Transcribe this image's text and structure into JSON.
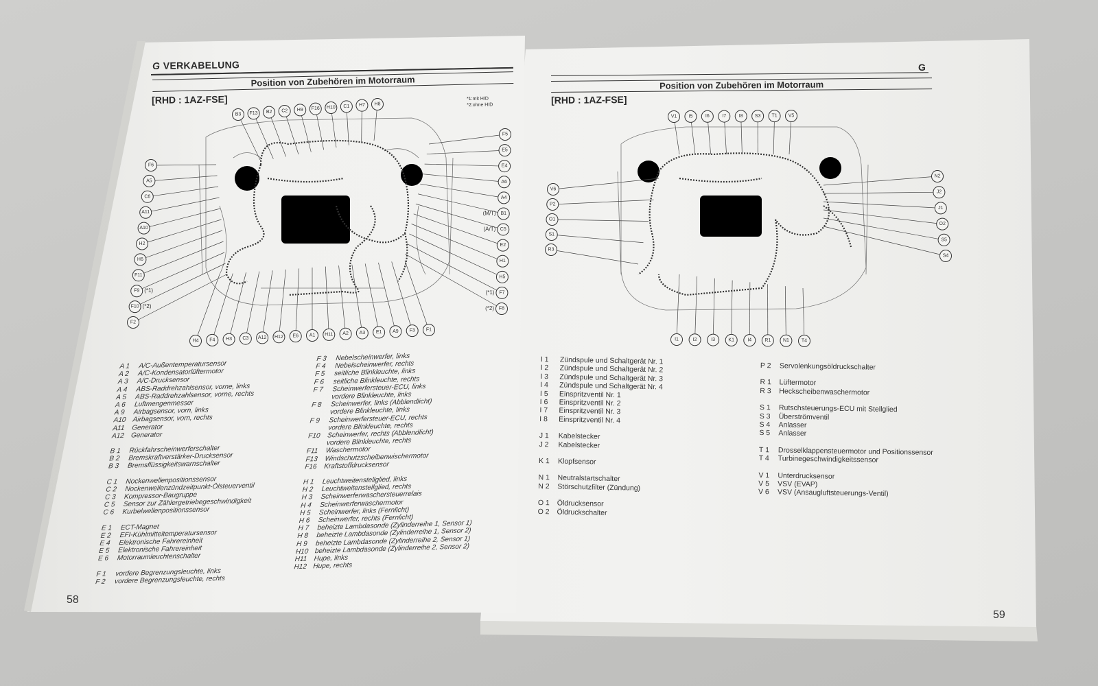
{
  "left_page": {
    "section_letter": "G",
    "section_title": "VERKABELUNG",
    "subtitle": "Position von Zubehören im Motorraum",
    "variant": "[RHD : 1AZ-FSE]",
    "notes": [
      "*1:mit HID",
      "*2:ohne HID"
    ],
    "page_number": "58",
    "callouts": {
      "top": [
        "B3",
        "F13",
        "B2",
        "C2",
        "H9",
        "F16",
        "H10",
        "C1",
        "H7",
        "H8"
      ],
      "left": [
        "F6",
        "A5",
        "C6",
        "A11",
        "A10",
        "H2",
        "H6",
        "F11",
        "F9",
        "F10",
        "F2"
      ],
      "left_marks": {
        "F9": "(*1)",
        "F10": "(*2)"
      },
      "right": [
        "F5",
        "E5",
        "E4",
        "A6",
        "A4",
        "B1",
        "C5",
        "E2",
        "H1",
        "H5",
        "F7",
        "F8"
      ],
      "right_marks": {
        "B1": "(M/T)",
        "C5": "(A/T)",
        "F7": "(*1)",
        "F8": "(*2)"
      },
      "bottom": [
        "H4",
        "F4",
        "H3",
        "C3",
        "A12",
        "H12",
        "E6",
        "A1",
        "H11",
        "A2",
        "A3",
        "E1",
        "A9",
        "F3",
        "F1"
      ]
    },
    "legend_col1": [
      [
        {
          "c": "A 1",
          "t": "A/C-Außentemperatursensor"
        },
        {
          "c": "A 2",
          "t": "A/C-Kondensatorlüftermotor"
        },
        {
          "c": "A 3",
          "t": "A/C-Drucksensor"
        },
        {
          "c": "A 4",
          "t": "ABS-Raddrehzahlsensor, vorne, links"
        },
        {
          "c": "A 5",
          "t": "ABS-Raddrehzahlsensor, vorne, rechts"
        },
        {
          "c": "A 6",
          "t": "Luftmengenmesser"
        },
        {
          "c": "A 9",
          "t": "Airbagsensor, vorn, links"
        },
        {
          "c": "A10",
          "t": "Airbagsensor, vorn, rechts"
        },
        {
          "c": "A11",
          "t": "Generator"
        },
        {
          "c": "A12",
          "t": "Generator"
        }
      ],
      [
        {
          "c": "B 1",
          "t": "Rückfahrscheinwerferschalter"
        },
        {
          "c": "B 2",
          "t": "Bremskraftverstärker-Drucksensor"
        },
        {
          "c": "B 3",
          "t": "Bremsflüssigkeitswarnschalter"
        }
      ],
      [
        {
          "c": "C 1",
          "t": "Nockenwellenpositionssensor"
        },
        {
          "c": "C 2",
          "t": "Nockenwellenzündzeitpunkt-Ölsteuerventil"
        },
        {
          "c": "C 3",
          "t": "Kompressor-Baugruppe"
        },
        {
          "c": "C 5",
          "t": "Sensor zur Zählergetriebegeschwindigkeit"
        },
        {
          "c": "C 6",
          "t": "Kurbelwellenpositionssensor"
        }
      ],
      [
        {
          "c": "E 1",
          "t": "ECT-Magnet"
        },
        {
          "c": "E 2",
          "t": "EFI-Kühlmitteltemperatursensor"
        },
        {
          "c": "E 4",
          "t": "Elektronische Fahrereinheit"
        },
        {
          "c": "E 5",
          "t": "Elektronische Fahrereinheit"
        },
        {
          "c": "E 6",
          "t": "Motorraumleuchtenschalter"
        }
      ],
      [
        {
          "c": "F 1",
          "t": "vordere Begrenzungsleuchte, links"
        },
        {
          "c": "F 2",
          "t": "vordere Begrenzungsleuchte, rechts"
        }
      ]
    ],
    "legend_col2": [
      [
        {
          "c": "F 3",
          "t": "Nebelscheinwerfer, links"
        },
        {
          "c": "F 4",
          "t": "Nebelscheinwerfer, rechts"
        },
        {
          "c": "F 5",
          "t": "seitliche Blinkleuchte, links"
        },
        {
          "c": "F 6",
          "t": "seitliche Blinkleuchte, rechts"
        },
        {
          "c": "F 7",
          "t": "Scheinwerfersteuer-ECU, links",
          "t2": "vordere Blinkleuchte, links"
        },
        {
          "c": "F 8",
          "t": "Scheinwerfer, links (Abblendlicht)",
          "t2": "vordere Blinkleuchte, links"
        },
        {
          "c": "F 9",
          "t": "Scheinwerfersteuer-ECU, rechts",
          "t2": "vordere Blinkleuchte, rechts"
        },
        {
          "c": "F10",
          "t": "Scheinwerfer, rechts (Abblendlicht)",
          "t2": "vordere Blinkleuchte, rechts"
        },
        {
          "c": "F11",
          "t": "Waschermotor"
        },
        {
          "c": "F13",
          "t": "Windschutzscheibenwischermotor"
        },
        {
          "c": "F16",
          "t": "Kraftstoffdrucksensor"
        }
      ],
      [
        {
          "c": "H 1",
          "t": "Leuchtweitenstellglied, links"
        },
        {
          "c": "H 2",
          "t": "Leuchtweitenstellglied, rechts"
        },
        {
          "c": "H 3",
          "t": "Scheinwerferwaschersteuerrelais"
        },
        {
          "c": "H 4",
          "t": "Scheinwerferwaschermotor"
        },
        {
          "c": "H 5",
          "t": "Scheinwerfer, links (Fernlicht)"
        },
        {
          "c": "H 6",
          "t": "Scheinwerfer, rechts (Fernlicht)"
        },
        {
          "c": "H 7",
          "t": "beheizte Lambdasonde (Zylinderreihe 1, Sensor 1)"
        },
        {
          "c": "H 8",
          "t": "beheizte Lambdasonde (Zylinderreihe 1, Sensor 2)"
        },
        {
          "c": "H 9",
          "t": "beheizte Lambdasonde (Zylinderreihe 2, Sensor 1)"
        },
        {
          "c": "H10",
          "t": "beheizte Lambdasonde (Zylinderreihe 2, Sensor 2)"
        },
        {
          "c": "H11",
          "t": "Hupe, links"
        },
        {
          "c": "H12",
          "t": "Hupe, rechts"
        }
      ]
    ]
  },
  "right_page": {
    "section_letter": "G",
    "subtitle": "Position von Zubehören im Motorraum",
    "variant": "[RHD : 1AZ-FSE]",
    "page_number": "59",
    "callouts": {
      "top": [
        "V1",
        "I5",
        "I6",
        "I7",
        "I8",
        "S3",
        "T1",
        "V5"
      ],
      "left": [
        "V6",
        "P2",
        "O1",
        "S1",
        "R3"
      ],
      "right": [
        "N2",
        "J2",
        "J1",
        "O2",
        "S5",
        "S4"
      ],
      "bottom": [
        "I1",
        "I2",
        "I3",
        "K1",
        "I4",
        "R1",
        "N1",
        "T4"
      ]
    },
    "legend_col1": [
      [
        {
          "c": "I 1",
          "t": "Zündspule und Schaltgerät Nr. 1"
        },
        {
          "c": "I 2",
          "t": "Zündspule und Schaltgerät Nr. 2"
        },
        {
          "c": "I 3",
          "t": "Zündspule und Schaltgerät Nr. 3"
        },
        {
          "c": "I 4",
          "t": "Zündspule und Schaltgerät Nr. 4"
        },
        {
          "c": "I 5",
          "t": "Einspritzventil Nr. 1"
        },
        {
          "c": "I 6",
          "t": "Einspritzventil Nr. 2"
        },
        {
          "c": "I 7",
          "t": "Einspritzventil Nr. 3"
        },
        {
          "c": "I 8",
          "t": "Einspritzventil Nr. 4"
        }
      ],
      [
        {
          "c": "J 1",
          "t": "Kabelstecker"
        },
        {
          "c": "J 2",
          "t": "Kabelstecker"
        }
      ],
      [
        {
          "c": "K 1",
          "t": "Klopfsensor"
        }
      ],
      [
        {
          "c": "N 1",
          "t": "Neutralstartschalter"
        },
        {
          "c": "N 2",
          "t": "Störschutzfilter (Zündung)"
        }
      ],
      [
        {
          "c": "O 1",
          "t": "Öldrucksensor"
        },
        {
          "c": "O 2",
          "t": "Öldruckschalter"
        }
      ]
    ],
    "legend_col2": [
      [
        {
          "c": "P 2",
          "t": "Servolenkungsöldruckschalter"
        }
      ],
      [
        {
          "c": "R 1",
          "t": "Lüftermotor"
        },
        {
          "c": "R 3",
          "t": "Heckscheibenwaschermotor"
        }
      ],
      [
        {
          "c": "S 1",
          "t": "Rutschsteuerungs-ECU mit Stellglied"
        },
        {
          "c": "S 3",
          "t": "Überströmventil"
        },
        {
          "c": "S 4",
          "t": "Anlasser"
        },
        {
          "c": "S 5",
          "t": "Anlasser"
        }
      ],
      [
        {
          "c": "T 1",
          "t": "Drosselklappensteuermotor und Positionssensor"
        },
        {
          "c": "T 4",
          "t": "Turbinegeschwindigkeitssensor"
        }
      ],
      [
        {
          "c": "V 1",
          "t": "Unterdrucksensor"
        },
        {
          "c": "V 5",
          "t": "VSV (EVAP)"
        },
        {
          "c": "V 6",
          "t": "VSV (Ansaugluftsteuerungs-Ventil)"
        }
      ]
    ]
  }
}
